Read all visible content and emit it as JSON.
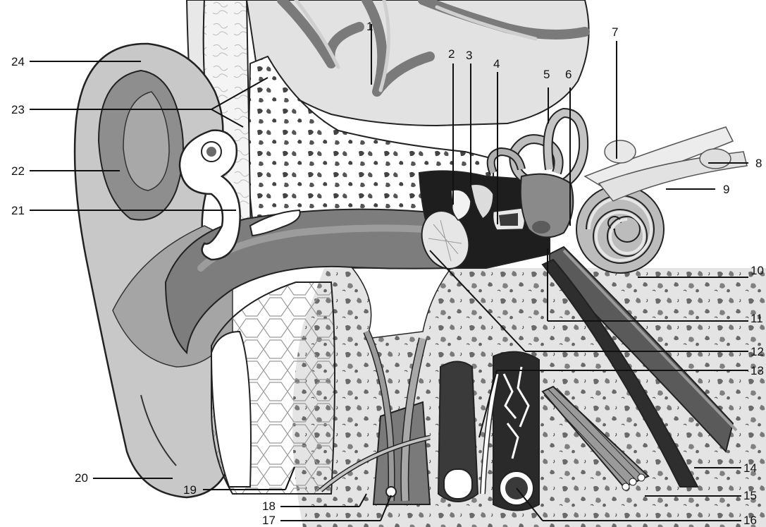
{
  "labels": [
    {
      "id": "1",
      "text": "1"
    },
    {
      "id": "2",
      "text": "2"
    },
    {
      "id": "3",
      "text": "3"
    },
    {
      "id": "4",
      "text": "4"
    },
    {
      "id": "5",
      "text": "5"
    },
    {
      "id": "6",
      "text": "6"
    },
    {
      "id": "7",
      "text": "7"
    },
    {
      "id": "8",
      "text": "8"
    },
    {
      "id": "9",
      "text": "9"
    },
    {
      "id": "10",
      "text": "10"
    },
    {
      "id": "11",
      "text": "11"
    },
    {
      "id": "12",
      "text": "12"
    },
    {
      "id": "13",
      "text": "13"
    },
    {
      "id": "14",
      "text": "14"
    },
    {
      "id": "15",
      "text": "15"
    },
    {
      "id": "16",
      "text": "16"
    },
    {
      "id": "17",
      "text": "17"
    },
    {
      "id": "18",
      "text": "18"
    },
    {
      "id": "19",
      "text": "19"
    },
    {
      "id": "20",
      "text": "20"
    },
    {
      "id": "21",
      "text": "21"
    },
    {
      "id": "22",
      "text": "22"
    },
    {
      "id": "23",
      "text": "23"
    },
    {
      "id": "24",
      "text": "24"
    }
  ],
  "colors": {
    "skin": "#c4c4c4",
    "skin_dark": "#9a9a9a",
    "canal": "#7d7d7d",
    "bone": "#dcdcdc",
    "bone_hole": "#555555",
    "tissue": "#eeeeee",
    "cavity": "#1e1e1e",
    "outline": "#222222",
    "leader": "#111111"
  }
}
